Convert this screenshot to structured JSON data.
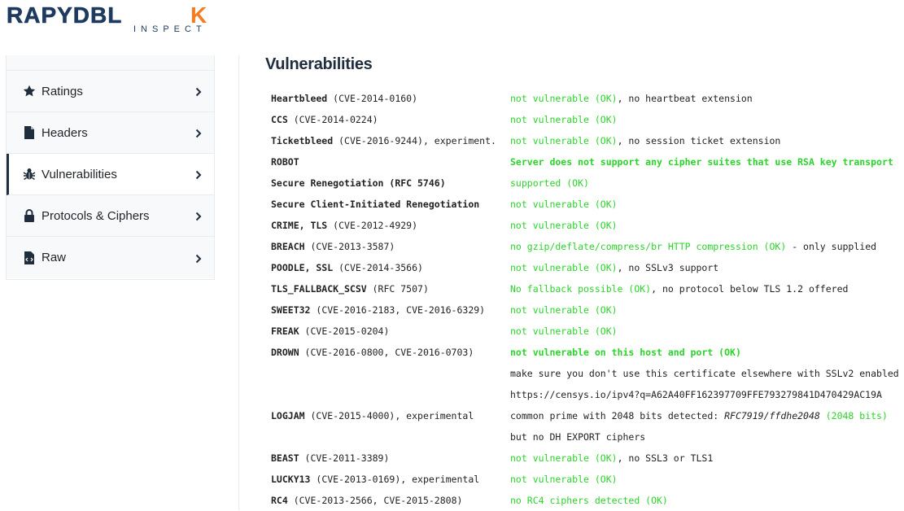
{
  "logo": {
    "main": "RAPYDBL",
    "main2": "K",
    "sub": "INSPECT",
    "colors": {
      "dark": "#1e3a5f",
      "orange": "#f47b20"
    }
  },
  "sidebar": {
    "items": [
      {
        "label": "Ratings",
        "icon": "star-icon",
        "active": false
      },
      {
        "label": "Headers",
        "icon": "file-icon",
        "active": false
      },
      {
        "label": "Vulnerabilities",
        "icon": "bug-icon",
        "active": true
      },
      {
        "label": "Protocols & Ciphers",
        "icon": "lock-icon",
        "active": false
      },
      {
        "label": "Raw",
        "icon": "file-code-icon",
        "active": false
      }
    ]
  },
  "main": {
    "title": "Vulnerabilities",
    "rows": [
      {
        "name": "Heartbleed",
        "detail": " (CVE-2014-0160)",
        "status": "not vulnerable (OK)",
        "extra": ", no heartbeat extension"
      },
      {
        "name": "CCS",
        "detail": " (CVE-2014-0224)",
        "status": "not vulnerable (OK)",
        "extra": ""
      },
      {
        "name": "Ticketbleed",
        "detail": " (CVE-2016-9244), experiment.",
        "status": "not vulnerable (OK)",
        "extra": ", no session ticket extension"
      },
      {
        "name": "ROBOT",
        "detail": "",
        "status": "Server does not support any cipher suites that use RSA key transport",
        "extra": ""
      },
      {
        "name": "Secure Renegotiation (RFC 5746)",
        "detail": "",
        "status": "supported (OK)",
        "extra": ""
      },
      {
        "name": "Secure Client-Initiated Renegotiation",
        "detail": "",
        "status": "not vulnerable (OK)",
        "extra": ""
      },
      {
        "name": "CRIME, TLS",
        "detail": " (CVE-2012-4929)",
        "status": "not vulnerable (OK)",
        "extra": ""
      },
      {
        "name": "BREACH",
        "detail": " (CVE-2013-3587)",
        "status": "no gzip/deflate/compress/br HTTP compression (OK)",
        "extra": "  - only supplied"
      },
      {
        "name": "POODLE, SSL",
        "detail": " (CVE-2014-3566)",
        "status": "not vulnerable (OK)",
        "extra": ", no SSLv3 support"
      },
      {
        "name": "TLS_FALLBACK_SCSV",
        "detail": " (RFC 7507)",
        "status": "No fallback possible (OK)",
        "extra": ", no protocol below TLS 1.2 offered"
      },
      {
        "name": "SWEET32",
        "detail": " (CVE-2016-2183, CVE-2016-6329)",
        "status": "not vulnerable (OK)",
        "extra": ""
      },
      {
        "name": "FREAK",
        "detail": " (CVE-2015-0204)",
        "status": "not vulnerable (OK)",
        "extra": ""
      },
      {
        "name": "DROWN",
        "detail": " (CVE-2016-0800, CVE-2016-0703)",
        "status": "not vulnerable on this host and port (OK)",
        "extra": ""
      },
      {
        "name": "",
        "detail": "",
        "status": "",
        "extra": "make sure you don't use this certificate elsewhere with SSLv2 enabled"
      },
      {
        "name": "",
        "detail": "",
        "status": "",
        "extra": "https://censys.io/ipv4?q=A62A40FF162397709FFE793279841D470429AC19A"
      },
      {
        "name": "LOGJAM",
        "detail": " (CVE-2015-4000), experimental",
        "status": "",
        "extra": "common prime with 2048 bits detected: ",
        "italic": "RFC7919/ffdhe2048",
        "tail": " (2048 bits)"
      },
      {
        "name": "",
        "detail": "",
        "status": "",
        "extra": "but no DH EXPORT ciphers"
      },
      {
        "name": "BEAST",
        "detail": " (CVE-2011-3389)",
        "status": "not vulnerable (OK)",
        "extra": ", no SSL3 or TLS1"
      },
      {
        "name": "LUCKY13",
        "detail": " (CVE-2013-0169), experimental",
        "status": "not vulnerable (OK)",
        "extra": ""
      },
      {
        "name": "RC4",
        "detail": " (CVE-2013-2566, CVE-2015-2808)",
        "status": "no RC4 ciphers detected (OK)",
        "extra": ""
      }
    ]
  }
}
